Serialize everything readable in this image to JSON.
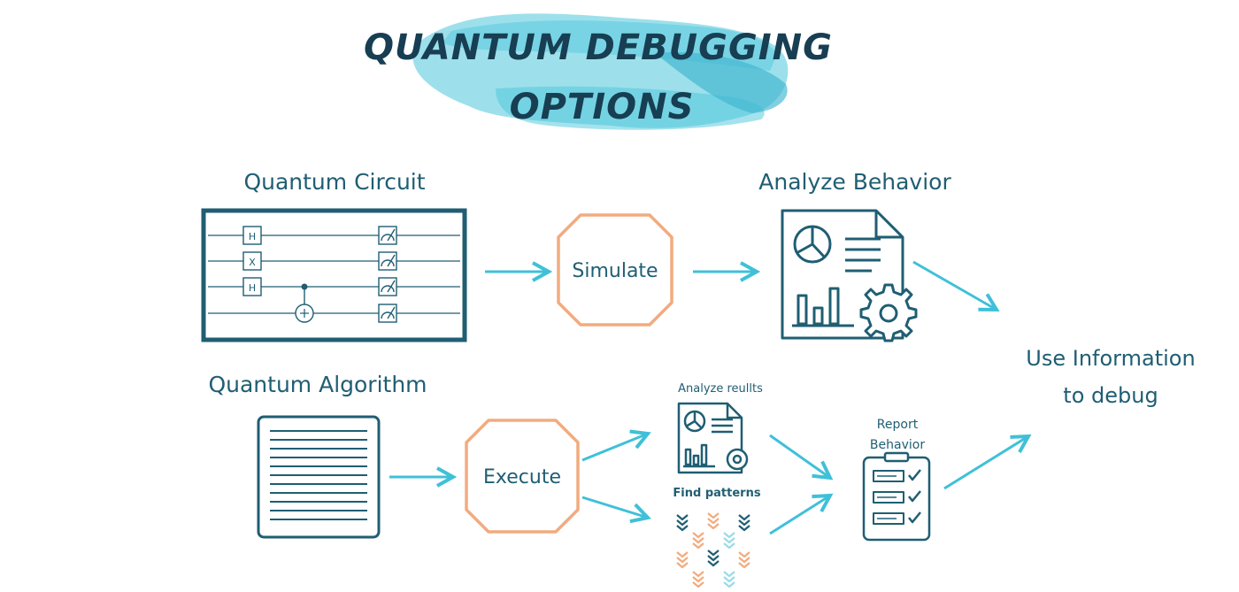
{
  "title": {
    "line1": "QUANTUM DEBUGGING",
    "line2": "OPTIONS"
  },
  "top_flow": {
    "input_label": "Quantum Circuit",
    "process_label": "Simulate",
    "output_label": "Analyze Behavior"
  },
  "bottom_flow": {
    "input_label": "Quantum Algorithm",
    "process_label": "Execute",
    "branch1_label": "Analyze reullts",
    "branch2_label": "Find patterns",
    "report_label_line1": "Report",
    "report_label_line2": "Behavior"
  },
  "final": {
    "line1": "Use Information",
    "line2": "to debug"
  },
  "circuit_gates": [
    "H",
    "X",
    "H"
  ],
  "colors": {
    "dark_teal": "#1f5e73",
    "title_navy": "#173e52",
    "arrow_cyan": "#3fc0d8",
    "octagon_orange": "#f2ab7e",
    "brush_cyan": "#4cc6db",
    "chevron_orange": "#f2ab7e",
    "chevron_light_cyan": "#9adbe6"
  }
}
